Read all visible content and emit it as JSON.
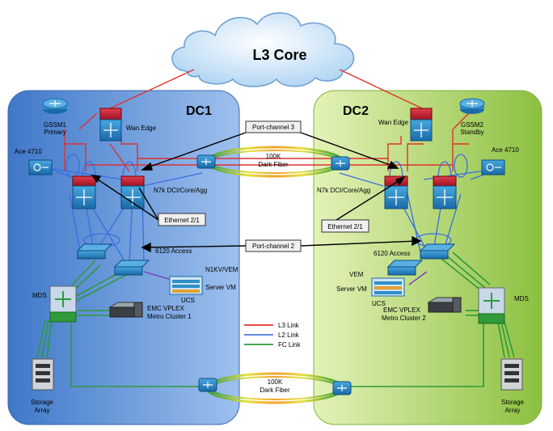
{
  "core": {
    "title": "L3 Core"
  },
  "dc1": {
    "title": "DC1",
    "gssm": "GSSM1",
    "gssm_role": "Primary",
    "wan_edge": "Wan Edge",
    "ace": "Ace 4710",
    "n7k": "N7k DCI/Core/Agg",
    "access": "6120 Access",
    "n1kv": "N1KV/VEM",
    "server_vm": "Server VM",
    "ucs": "UCS",
    "mds": "MDS",
    "vplex_line1": "EMC VPLEX",
    "vplex_line2": "Metro Cluster 1",
    "storage_line1": "Storage",
    "storage_line2": "Array"
  },
  "dc2": {
    "title": "DC2",
    "gssm": "GSSM2",
    "gssm_role": "Standby",
    "wan_edge": "Wan Edge",
    "ace": "Ace 4710",
    "n7k": "N7k DCI/Core/Agg",
    "access": "6120 Access",
    "vem": "VEM",
    "server_vm": "Server VM",
    "ucs": "UCS",
    "mds": "MDS",
    "vplex_line1": "EMC VPLEX",
    "vplex_line2": "Metro Cluster 2",
    "storage_line1": "Storage",
    "storage_line2": "Array"
  },
  "callouts": {
    "port_channel_3": "Port-channel 3",
    "port_channel_2": "Port-channel 2",
    "ethernet_left": "Ethernet 2/1",
    "ethernet_right": "Ethernet 2/1"
  },
  "fiber_top": {
    "line1": "100K",
    "line2": "Dark Fiber"
  },
  "fiber_bottom": {
    "line1": "100K",
    "line2": "Dark Fiber"
  },
  "legend": [
    {
      "label": "L3 Link",
      "color": "#e03030"
    },
    {
      "label": "L2 Link",
      "color": "#4a78d8"
    },
    {
      "label": "FC Link",
      "color": "#2e9a3a"
    }
  ],
  "colors": {
    "dc1_fill": "#4f86d4",
    "dc2_fill": "#a8d060",
    "router_blue": "#2f8fc8",
    "switch_red": "#c8182a",
    "switch_blue": "#1f7fbf"
  }
}
